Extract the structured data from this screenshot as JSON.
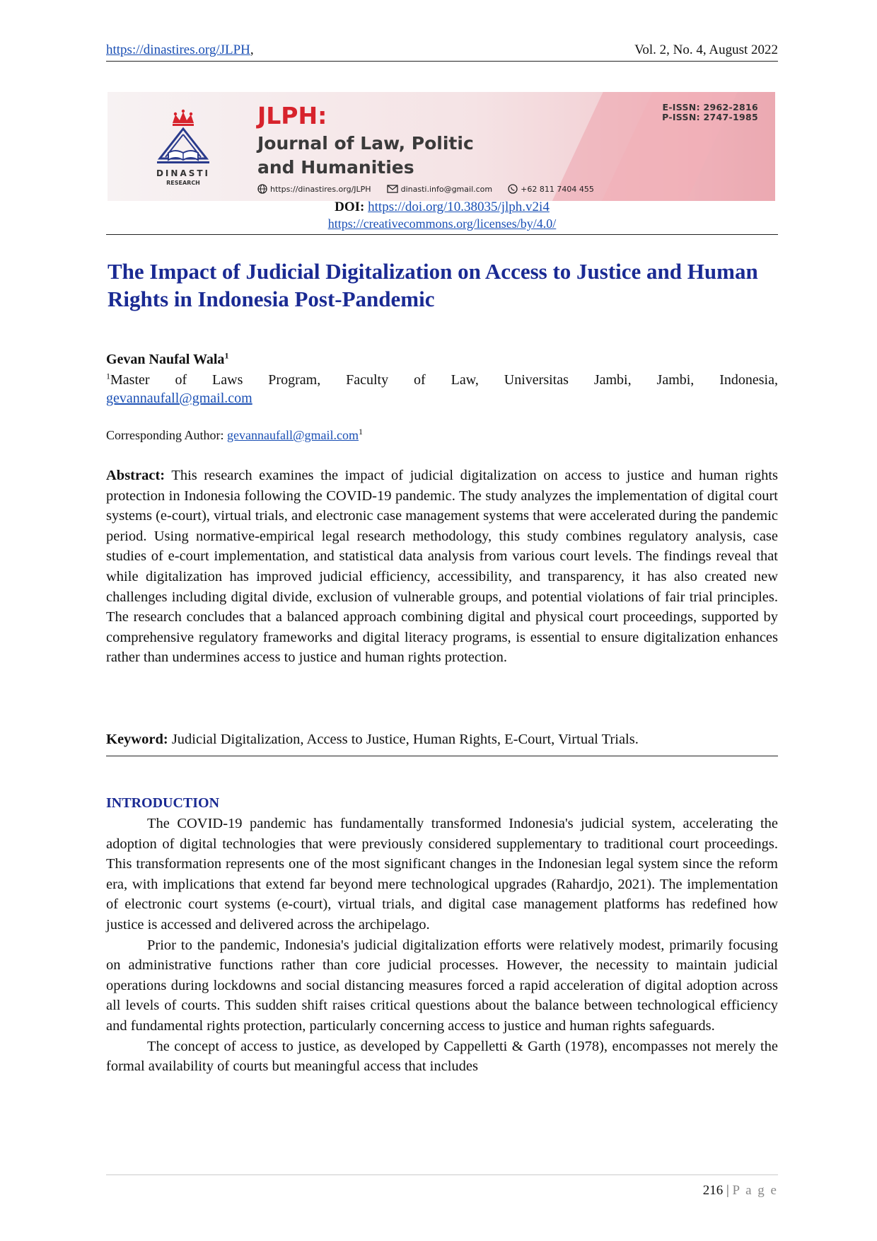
{
  "header": {
    "url": "https://dinastires.org/JLPH",
    "url_suffix": ",",
    "volume": "Vol. 2, No. 4, August 2022"
  },
  "banner": {
    "logo_name": "DINASTI",
    "logo_sub": "RESEARCH",
    "journal_short": "JLPH:",
    "journal_line1": "Journal of Law, Politic",
    "journal_line2": "and Humanities",
    "e_issn": "E-ISSN: 2962-2816",
    "p_issn": "P-ISSN: 2747-1985",
    "website": "https://dinastires.org/JLPH",
    "email": "dinasti.info@gmail.com",
    "phone": "+62 811 7404 455",
    "colors": {
      "accent": "#d7232c",
      "pink": "#ee9aa3"
    }
  },
  "doi": {
    "label": "DOI:",
    "link": "https://doi.org/10.38035/jlph.v2i4",
    "license": "https://creativecommons.org/licenses/by/4.0/"
  },
  "paper": {
    "title": "The Impact of Judicial Digitalization on Access to Justice and Human Rights in Indonesia Post-Pandemic",
    "author": "Gevan Naufal Wala",
    "author_sup": "1",
    "affiliation_sup": "1",
    "affiliation": "Master of Laws Program, Faculty of Law, Universitas Jambi, Jambi, Indonesia,",
    "affiliation_email": "gevannaufall@gmail.com",
    "corresponding_label": "Corresponding Author:",
    "corresponding_email": "gevannaufall@gmail.com",
    "corresponding_sup": "1",
    "abstract_label": "Abstract:",
    "abstract": "This research examines the impact of judicial digitalization on access to justice and human rights protection in Indonesia following the COVID-19 pandemic. The study analyzes the implementation of digital court systems (e-court), virtual trials, and electronic case management systems that were accelerated during the pandemic period. Using normative-empirical legal research methodology, this study combines regulatory analysis, case studies of e-court implementation, and statistical data analysis from various court levels. The findings reveal that while digitalization has improved judicial efficiency, accessibility, and transparency, it has also created new challenges including digital divide, exclusion of vulnerable groups, and potential violations of fair trial principles. The research concludes that a balanced approach combining digital and physical court proceedings, supported by comprehensive regulatory frameworks and digital literacy programs, is essential to ensure digitalization enhances rather than undermines access to justice and human rights protection.",
    "keyword_label": "Keyword:",
    "keywords": "Judicial Digitalization, Access to Justice, Human Rights, E-Court, Virtual Trials."
  },
  "introduction": {
    "heading": "INTRODUCTION",
    "paragraphs": [
      "The COVID-19 pandemic has fundamentally transformed Indonesia's judicial system, accelerating the adoption of digital technologies that were previously considered supplementary to traditional court proceedings. This transformation represents one of the most significant changes in the Indonesian legal system since the reform era, with implications that extend far beyond mere technological upgrades (Rahardjo, 2021). The implementation of electronic court systems (e-court), virtual trials, and digital case management platforms has redefined how justice is accessed and delivered across the archipelago.",
      "Prior to the pandemic, Indonesia's judicial digitalization efforts were relatively modest, primarily focusing on administrative functions rather than core judicial processes. However, the necessity to maintain judicial operations during lockdowns and social distancing measures forced a rapid acceleration of digital adoption across all levels of courts. This sudden shift raises critical questions about the balance between technological efficiency and fundamental rights protection, particularly concerning access to justice and human rights safeguards.",
      "The concept of access to justice, as developed by Cappelletti & Garth (1978), encompasses not merely the formal availability of courts but meaningful access that includes"
    ]
  },
  "footer": {
    "page_number": "216",
    "separator": "|",
    "page_word": "P a g e"
  }
}
